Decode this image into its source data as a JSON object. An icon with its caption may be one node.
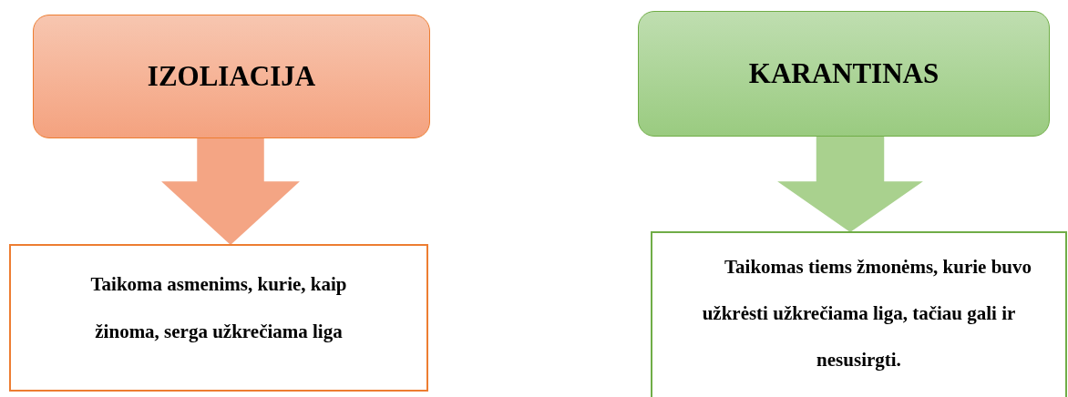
{
  "diagram": {
    "nodes": [
      {
        "text": [
          "IZOLIACIJA"
        ]
      },
      {
        "text": [
          "Taikoma asmenims, kurie, kaip žinoma, serga užkrečiama liga"
        ]
      },
      {
        "text": [
          "KARANTINAS"
        ]
      },
      {
        "text": [
          "Taikomas tiems žmonėms, kurie buvo užkrėsti užkrečiama liga, tačiau gali ir nesusirgti."
        ]
      }
    ],
    "edges": [
      {
        "from": 0,
        "to": 1,
        "arrow": "to",
        "style": "thick",
        "color": "#f4a584"
      },
      {
        "from": 2,
        "to": 3,
        "arrow": "to",
        "style": "thick",
        "color": "#a9d18e"
      }
    ]
  }
}
